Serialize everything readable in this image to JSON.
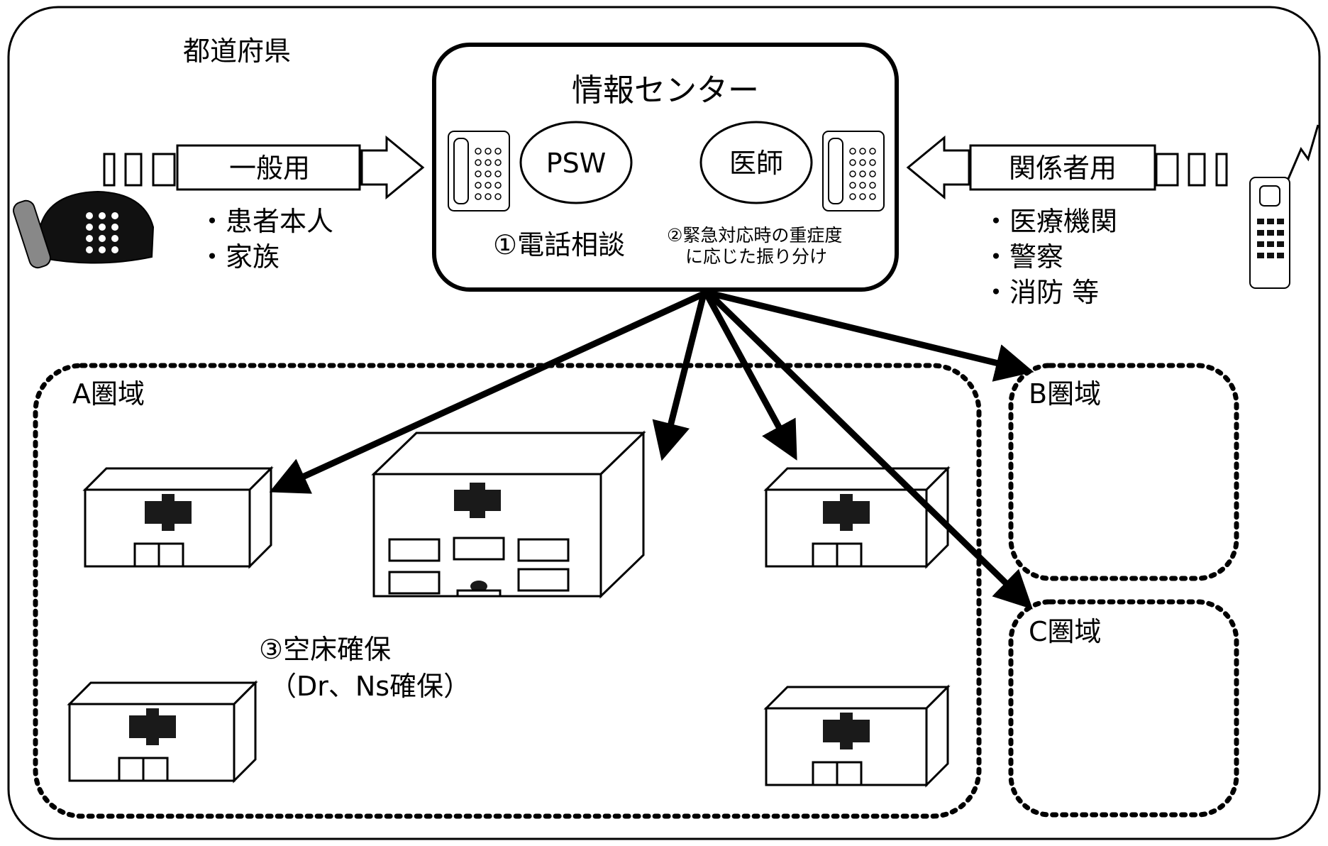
{
  "region": {
    "prefecture_label": "都道府県",
    "area_a_label": "A圏域",
    "area_b_label": "B圏域",
    "area_c_label": "C圏域"
  },
  "info_center": {
    "title": "情報センター",
    "psw_label": "PSW",
    "doctor_label": "医師",
    "role_1": "①電話相談",
    "role_2_line1": "②緊急対応時の重症度",
    "role_2_line2": "に応じた振り分け"
  },
  "general_line": {
    "label": "一般用",
    "items": [
      "・患者本人",
      "・家族"
    ]
  },
  "related_line": {
    "label": "関係者用",
    "items": [
      "・医療機関",
      "・警察",
      "・消防 等"
    ]
  },
  "bed_note": {
    "line1": "③空床確保",
    "line2": "（Dr、Ns確保）"
  },
  "colors": {
    "stroke": "#000000",
    "fill": "#ffffff",
    "cross": "#1a1a1a"
  }
}
